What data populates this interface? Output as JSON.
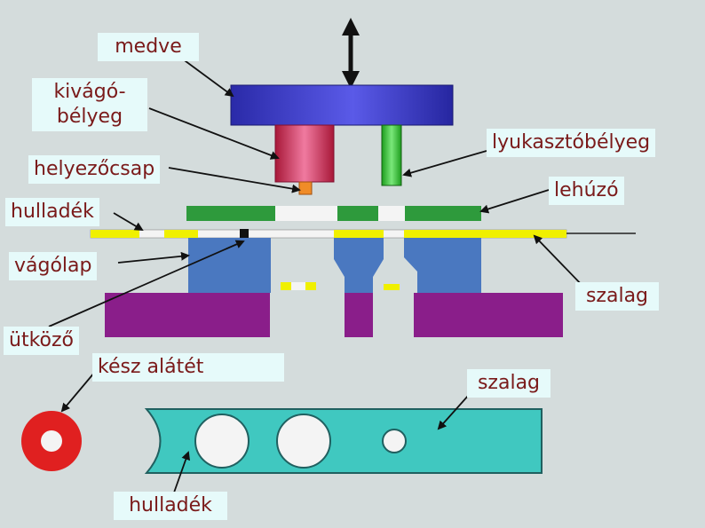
{
  "labels": {
    "medve": "medve",
    "kivago_1": "kivágó-",
    "kivago_2": "bélyeg",
    "helyezocsap": "helyezőcsap",
    "hulladek_top": "hulladék",
    "vagolap": "vágólap",
    "utkozo": "ütköző",
    "kesz_alatet": "kész alátét",
    "lyukaszto": "lyukasztóbélyeg",
    "lehuzo": "lehúzó",
    "szalag_right": "szalag",
    "szalag_bottom": "szalag",
    "hulladek_bottom": "hulladék"
  },
  "colors": {
    "background": "#d4dcdc",
    "label_bg": "#e6fafa",
    "label_text": "#7a1a1a",
    "ram": "#3c3ccc",
    "blanking_punch": "#d4406a",
    "piercing_punch": "#3cc83c",
    "pilot_pin": "#f08c28",
    "stripper": "#2e9a3c",
    "strip": "#f0f000",
    "die": "#4a78c0",
    "die_holder": "#8a1e8a",
    "finished_washer": "#e02020",
    "scrap_strip": "#40c8c0"
  }
}
